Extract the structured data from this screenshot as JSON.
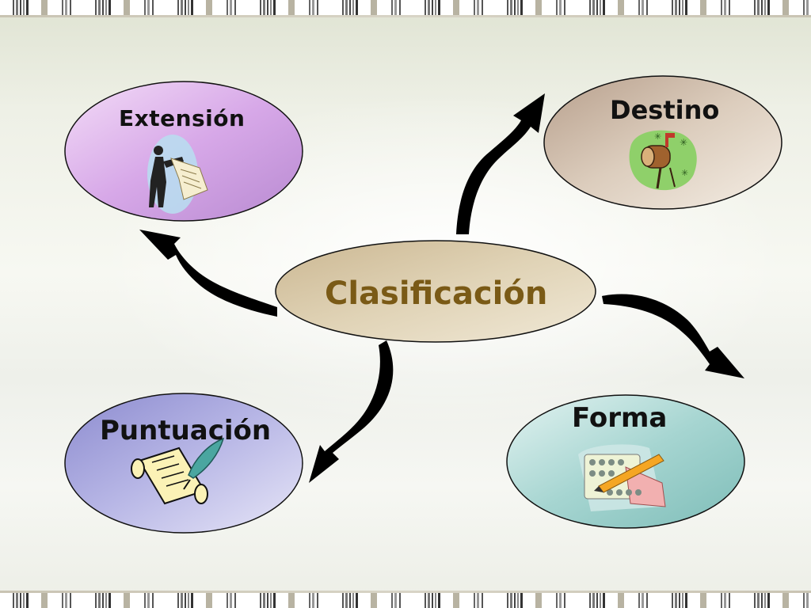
{
  "diagram": {
    "center": {
      "label": "Clasificación"
    },
    "nodes": [
      {
        "id": "extension",
        "label": "Extensión",
        "icon": "businessman-reading-paper-icon"
      },
      {
        "id": "destino",
        "label": "Destino",
        "icon": "mailbox-icon"
      },
      {
        "id": "puntuacion",
        "label": "Puntuación",
        "icon": "scroll-and-quill-icon"
      },
      {
        "id": "forma",
        "label": "Forma",
        "icon": "notepad-and-pencil-icon"
      }
    ]
  },
  "colors": {
    "center_fill": "#d9caa6",
    "center_text": "#7a5a16",
    "extension_fill": "#d8a8e6",
    "destino_fill": "#c6b2a0",
    "puntuacion_fill": "#a9a9dc",
    "forma_fill": "#a9d6d2",
    "arrow": "#000000"
  }
}
